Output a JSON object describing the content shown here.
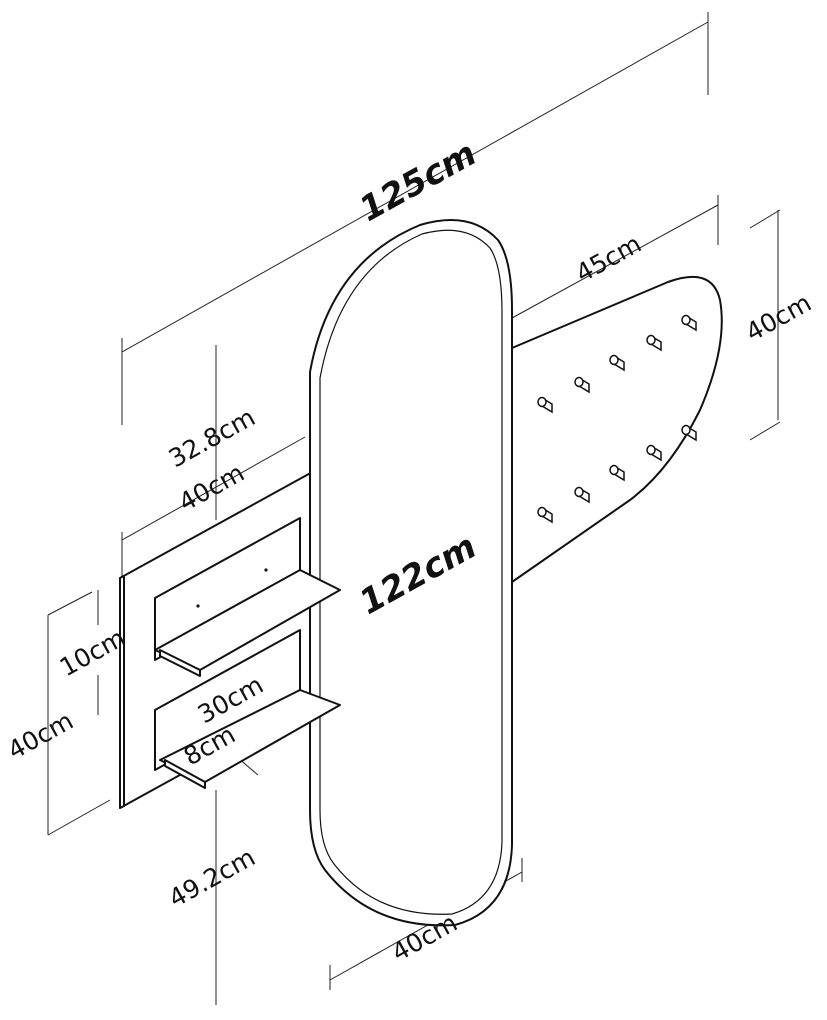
{
  "labels": {
    "total_width": "125cm",
    "mirror_height": "122cm",
    "mirror_width": "40cm",
    "hook_panel_width": "45cm",
    "hook_panel_height": "40cm",
    "shelf_top_offset": "32.8cm",
    "shelf_panel_width": "40cm",
    "shelf_spacing": "10cm",
    "shelf_panel_height": "40cm",
    "shelf_length": "30cm",
    "shelf_depth": "8cm",
    "shelf_bottom_offset": "49.2cm"
  },
  "hooks": {
    "count": 10
  }
}
